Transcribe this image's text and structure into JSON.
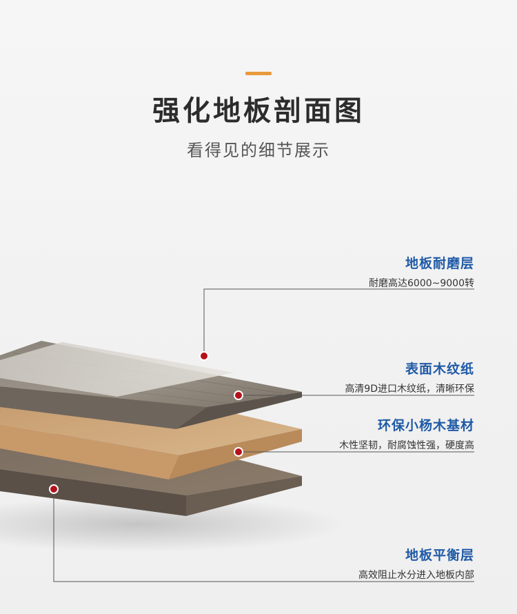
{
  "header": {
    "title": "强化地板剖面图",
    "subtitle": "看得见的细节展示"
  },
  "layers": [
    {
      "title": "地板耐磨层",
      "desc": "耐磨高达6000~9000转"
    },
    {
      "title": "表面木纹纸",
      "desc": "高清9D进口木纹纸，清晰环保"
    },
    {
      "title": "环保小杨木基材",
      "desc": "木性坚韧，耐腐蚀性强，硬度高"
    },
    {
      "title": "地板平衡层",
      "desc": "高效阻止水分进入地板内部"
    }
  ],
  "colors": {
    "accent": "#e89a3c",
    "label_blue": "#1f5aa6",
    "marker_red": "#b3121b"
  }
}
